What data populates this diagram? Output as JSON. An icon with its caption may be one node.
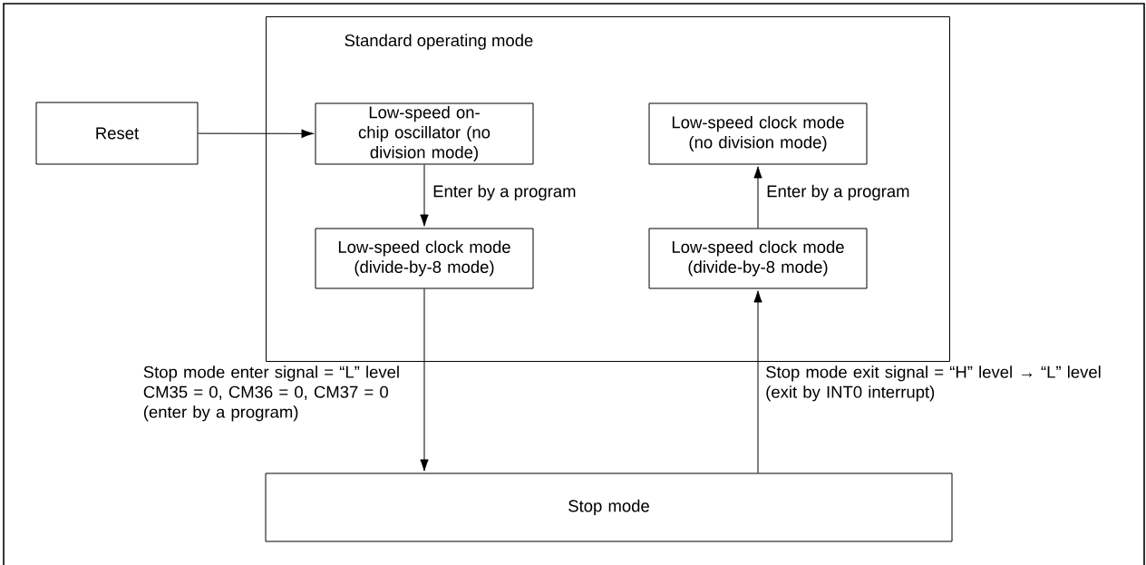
{
  "diagram": {
    "nodes": [
      {
        "text": [
          "Standard operating mode"
        ]
      },
      {
        "text": [
          "Reset"
        ]
      },
      {
        "text": [
          "Low-speed on-chip oscillator (no division mode)"
        ],
        "in": 0
      },
      {
        "text": [
          "Low-speed clock mode (divide-by-8 mode)"
        ],
        "in": 0
      },
      {
        "text": [
          "Low-speed clock mode (no division mode)"
        ],
        "in": 0
      },
      {
        "text": [
          "Low-speed clock mode (divide-by-8 mode)"
        ],
        "in": 0
      },
      {
        "text": [
          "Stop mode"
        ]
      }
    ],
    "edges": [
      {
        "from": 1,
        "to": 2,
        "arrow": "to"
      },
      {
        "from": 2,
        "to": 3,
        "arrow": "to",
        "label": "Enter by a program"
      },
      {
        "from": 5,
        "to": 4,
        "arrow": "to",
        "label": "Enter by a program"
      },
      {
        "from": 3,
        "to": 6,
        "arrow": "to",
        "label": "Stop mode enter signal = “L” level CM35 = 0, CM36 = 0, CM37 = 0 (enter by a program)"
      },
      {
        "from": 6,
        "to": 5,
        "arrow": "to",
        "label": "Stop mode exit signal = “H” level → “L” level (exit by INT0 interrupt)"
      }
    ]
  }
}
